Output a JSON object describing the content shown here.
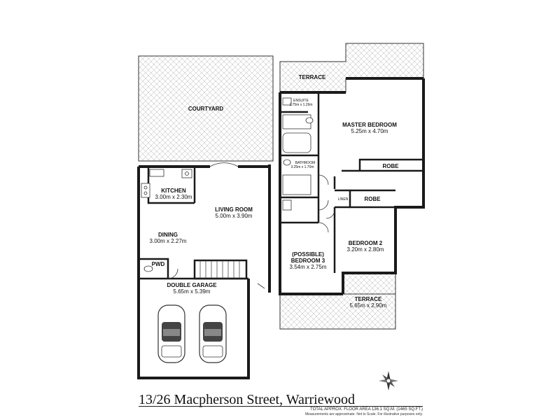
{
  "address": "13/26 Macpherson Street, Warriewood",
  "floor_area": "TOTAL APPROX. FLOOR AREA 136.1 SQ.M. (1465 SQ.FT.)",
  "disclaimer": "Measurements are approximate. Not to Scale. For illustrative purposes only.",
  "rooms": {
    "courtyard": {
      "name": "COURTYARD"
    },
    "kitchen": {
      "name": "KITCHEN",
      "dims": "3.00m x 2.30m"
    },
    "living": {
      "name": "LIVING ROOM",
      "dims": "5.00m x 3.90m"
    },
    "dining": {
      "name": "DINING",
      "dims": "3.00m x 2.27m"
    },
    "pwd": {
      "name": "PWD"
    },
    "garage": {
      "name": "DOUBLE GARAGE",
      "dims": "5.65m x 5.39m"
    },
    "terrace_top": {
      "name": "TERRACE"
    },
    "ensuite": {
      "name": "ENSUITE",
      "dims": "2.75m x 1.26m"
    },
    "master": {
      "name": "MASTER BEDROOM",
      "dims": "5.25m x 4.70m"
    },
    "robe1": {
      "name": "ROBE"
    },
    "bathroom": {
      "name": "BATHROOM",
      "dims": "3.25m x 1.70m"
    },
    "linen": {
      "name": "LINEN"
    },
    "robe2": {
      "name": "ROBE"
    },
    "bedroom2": {
      "name": "BEDROOM 2",
      "dims": "3.20m x 2.80m"
    },
    "bedroom3": {
      "name1": "(POSSIBLE)",
      "name2": "BEDROOM 3",
      "dims": "3.54m x 2.75m"
    },
    "terrace_bottom": {
      "name": "TERRACE",
      "dims": "5.65m x 2.90m"
    }
  },
  "colors": {
    "wall": "#1a1a1a",
    "hatch": "#9a9a9a",
    "floor": "#ffffff"
  }
}
